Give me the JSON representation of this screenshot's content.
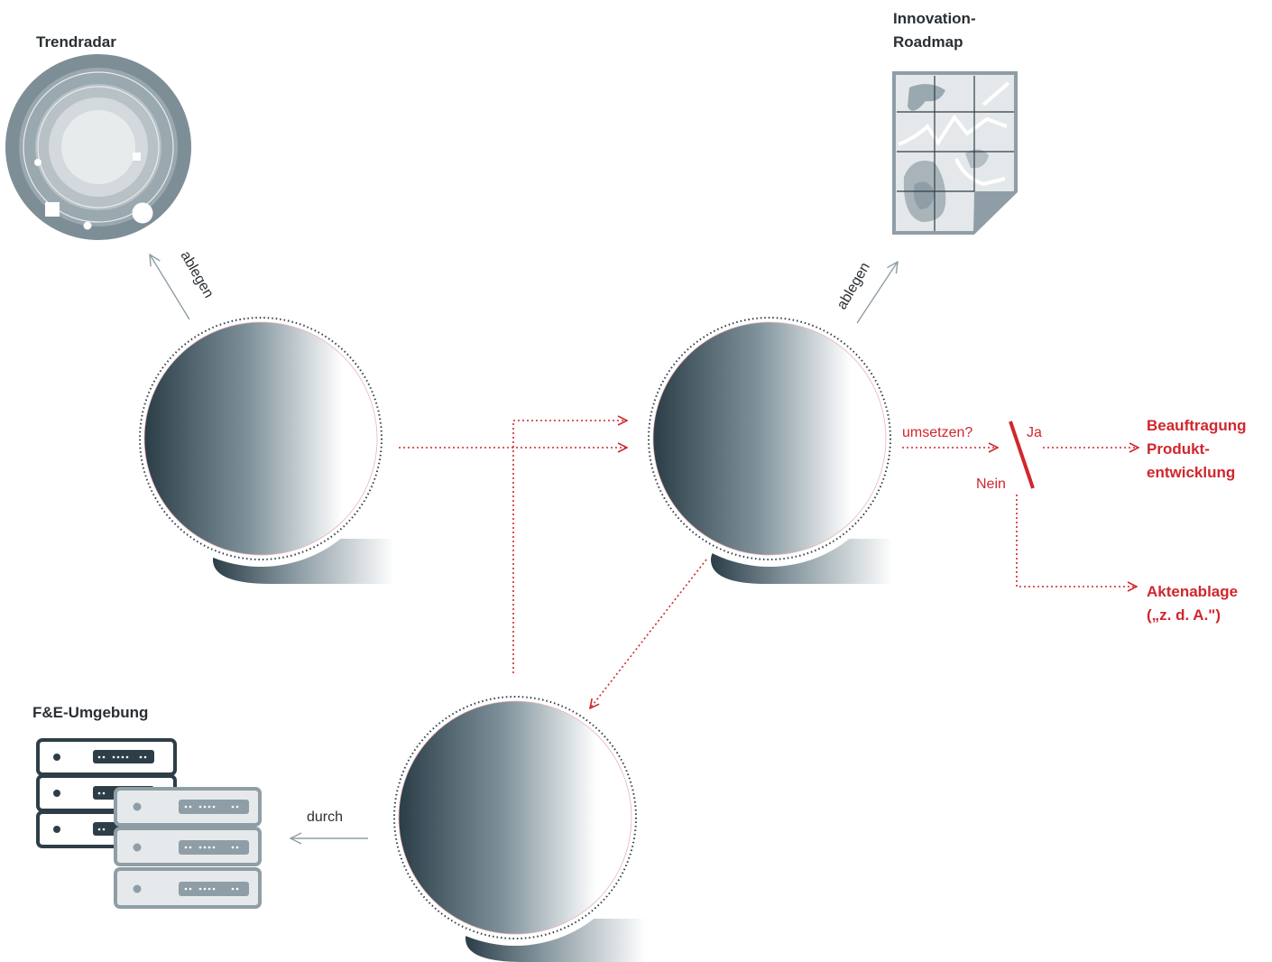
{
  "labels": {
    "trendradar": "Trendradar",
    "roadmap_line1": "Innovation-",
    "roadmap_line2": "Roadmap",
    "fe_env": "F&E-Umgebung",
    "ablegen_left": "ablegen",
    "ablegen_right": "ablegen",
    "umsetzen": "umsetzen?",
    "ja": "Ja",
    "nein": "Nein",
    "durch": "durch",
    "beauftragung_line1": "Beauftragung",
    "beauftragung_line2": "Produkt-",
    "beauftragung_line3": "entwicklung",
    "akten_line1": "Aktenablage",
    "akten_line2": "(„z. d. A.\")"
  },
  "colors": {
    "accent_red": "#d1262e",
    "dark": "#2e3e48",
    "grey": "#8f9ea6",
    "light_grey": "#e6e9eb"
  },
  "icons": [
    "trendradar-icon",
    "roadmap-icon",
    "server-stack-icon"
  ]
}
